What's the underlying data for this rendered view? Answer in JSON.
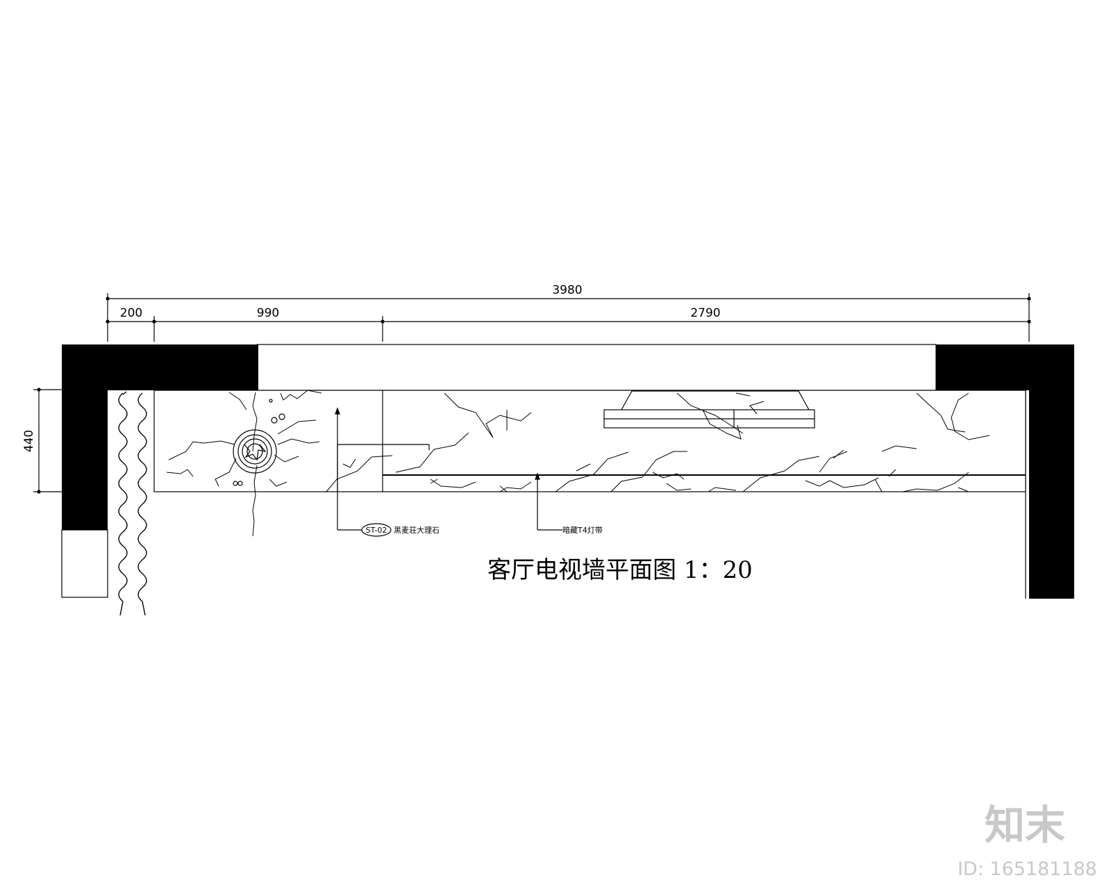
{
  "dimensions": {
    "overall": "3980",
    "seg_left": "200",
    "seg_mid": "990",
    "seg_right": "2790",
    "depth": "440"
  },
  "callouts": {
    "material_tag": "ST-02",
    "material_label": "黑麦荘大理石",
    "light_label": "暗藏T4灯带"
  },
  "title": "客厅电视墙平面图 1：20",
  "watermark": {
    "logo": "知末",
    "id": "ID: 165181188"
  }
}
